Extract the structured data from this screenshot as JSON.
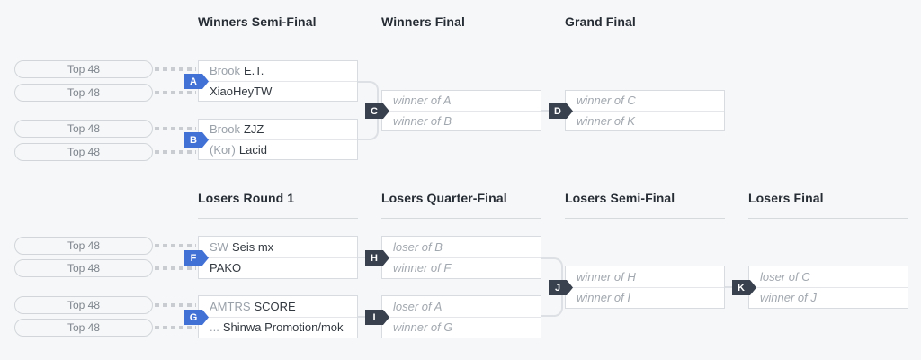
{
  "colors": {
    "background": "#f6f7f8",
    "blue_badge": "#4271d6",
    "dark_badge": "#39414e",
    "box_border": "#d8dbdf",
    "player_text": "#32383f",
    "prefix_text": "#9aa1a9",
    "placeholder_text": "#a2a8af"
  },
  "pill_label": "Top 48",
  "headers": {
    "winners_semi": "Winners Semi-Final",
    "winners_final": "Winners Final",
    "grand_final": "Grand Final",
    "losers_r1": "Losers Round 1",
    "losers_qf": "Losers Quarter-Final",
    "losers_sf": "Losers Semi-Final",
    "losers_final": "Losers Final"
  },
  "matches": {
    "A": {
      "badge": "A",
      "slots": [
        {
          "prefix": "Brook",
          "name": "E.T."
        },
        {
          "prefix": "",
          "name": "XiaoHeyTW"
        }
      ]
    },
    "B": {
      "badge": "B",
      "slots": [
        {
          "prefix": "Brook",
          "name": "ZJZ"
        },
        {
          "prefix": "(Kor)",
          "name": "Lacid"
        }
      ]
    },
    "C": {
      "badge": "C",
      "slots": [
        {
          "placeholder": "winner of A"
        },
        {
          "placeholder": "winner of B"
        }
      ]
    },
    "D": {
      "badge": "D",
      "slots": [
        {
          "placeholder": "winner of C"
        },
        {
          "placeholder": "winner of K"
        }
      ]
    },
    "F": {
      "badge": "F",
      "slots": [
        {
          "prefix": "SW",
          "name": "Seis mx"
        },
        {
          "prefix": "",
          "name": "PAKO"
        }
      ]
    },
    "G": {
      "badge": "G",
      "slots": [
        {
          "prefix": "AMTRS",
          "name": "SCORE"
        },
        {
          "prefix": "...",
          "name": "Shinwa Promotion/mok"
        }
      ]
    },
    "H": {
      "badge": "H",
      "slots": [
        {
          "placeholder": "loser of B"
        },
        {
          "placeholder": "winner of F"
        }
      ]
    },
    "I": {
      "badge": "I",
      "slots": [
        {
          "placeholder": "loser of A"
        },
        {
          "placeholder": "winner of G"
        }
      ]
    },
    "J": {
      "badge": "J",
      "slots": [
        {
          "placeholder": "winner of H"
        },
        {
          "placeholder": "winner of I"
        }
      ]
    },
    "K": {
      "badge": "K",
      "slots": [
        {
          "placeholder": "loser of C"
        },
        {
          "placeholder": "winner of J"
        }
      ]
    }
  }
}
